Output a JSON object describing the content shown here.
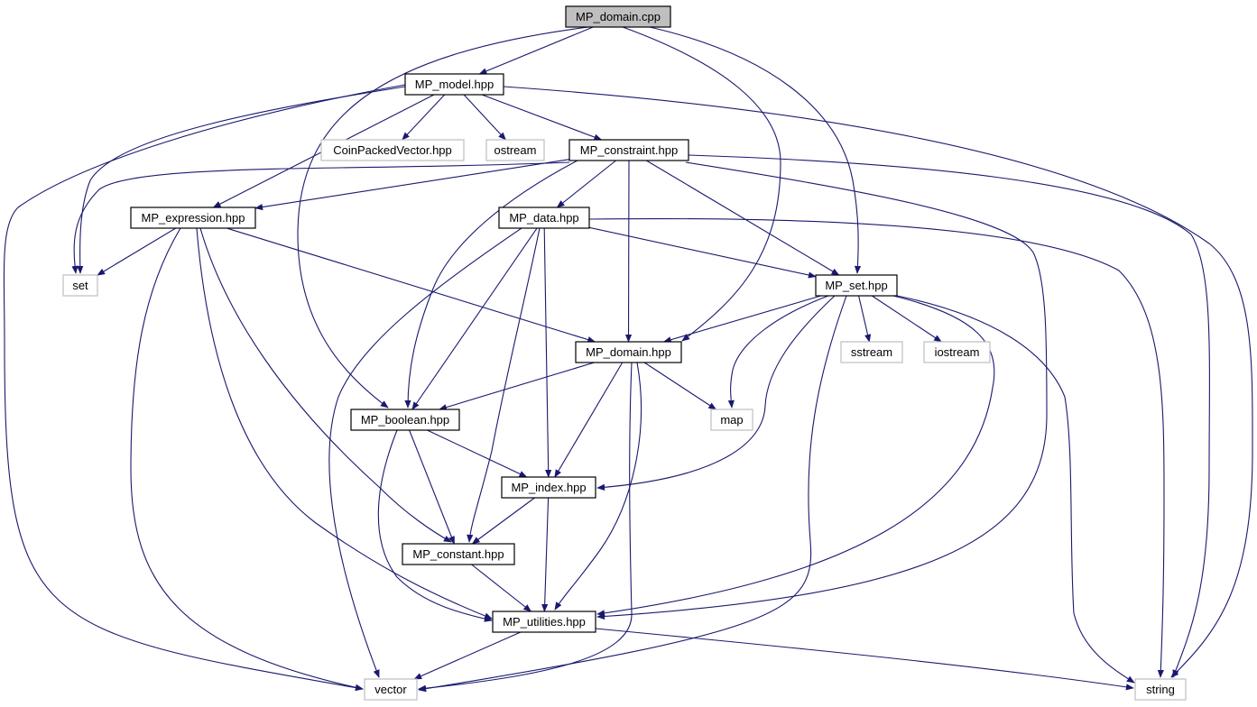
{
  "diagram": {
    "colors": {
      "edge": "#191970",
      "root_fill": "#bfbfbf",
      "project_border": "#000000",
      "external_border": "#bfbfbf",
      "background": "#ffffff"
    },
    "nodes": [
      {
        "id": "root",
        "label": "MP_domain.cpp",
        "kind": "root"
      },
      {
        "id": "model",
        "label": "MP_model.hpp",
        "kind": "project"
      },
      {
        "id": "coin",
        "label": "CoinPackedVector.hpp",
        "kind": "external"
      },
      {
        "id": "ostream",
        "label": "ostream",
        "kind": "external"
      },
      {
        "id": "constraint",
        "label": "MP_constraint.hpp",
        "kind": "project"
      },
      {
        "id": "expression",
        "label": "MP_expression.hpp",
        "kind": "project"
      },
      {
        "id": "data",
        "label": "MP_data.hpp",
        "kind": "project"
      },
      {
        "id": "set",
        "label": "set",
        "kind": "external"
      },
      {
        "id": "mpset",
        "label": "MP_set.hpp",
        "kind": "project"
      },
      {
        "id": "domain",
        "label": "MP_domain.hpp",
        "kind": "project"
      },
      {
        "id": "sstream",
        "label": "sstream",
        "kind": "external"
      },
      {
        "id": "iostream",
        "label": "iostream",
        "kind": "external"
      },
      {
        "id": "boolean",
        "label": "MP_boolean.hpp",
        "kind": "project"
      },
      {
        "id": "map",
        "label": "map",
        "kind": "external"
      },
      {
        "id": "index",
        "label": "MP_index.hpp",
        "kind": "project"
      },
      {
        "id": "constant",
        "label": "MP_constant.hpp",
        "kind": "project"
      },
      {
        "id": "utilities",
        "label": "MP_utilities.hpp",
        "kind": "project"
      },
      {
        "id": "vector",
        "label": "vector",
        "kind": "external"
      },
      {
        "id": "string",
        "label": "string",
        "kind": "external"
      }
    ],
    "edges": [
      {
        "from": "root",
        "to": "model"
      },
      {
        "from": "root",
        "to": "boolean"
      },
      {
        "from": "root",
        "to": "domain"
      },
      {
        "from": "root",
        "to": "mpset"
      },
      {
        "from": "model",
        "to": "coin"
      },
      {
        "from": "model",
        "to": "ostream"
      },
      {
        "from": "model",
        "to": "constraint"
      },
      {
        "from": "model",
        "to": "expression"
      },
      {
        "from": "model",
        "to": "set"
      },
      {
        "from": "model",
        "to": "vector"
      },
      {
        "from": "model",
        "to": "string"
      },
      {
        "from": "constraint",
        "to": "expression"
      },
      {
        "from": "constraint",
        "to": "data"
      },
      {
        "from": "constraint",
        "to": "set"
      },
      {
        "from": "constraint",
        "to": "boolean"
      },
      {
        "from": "constraint",
        "to": "domain"
      },
      {
        "from": "constraint",
        "to": "mpset"
      },
      {
        "from": "constraint",
        "to": "utilities"
      },
      {
        "from": "constraint",
        "to": "string"
      },
      {
        "from": "expression",
        "to": "set"
      },
      {
        "from": "expression",
        "to": "domain"
      },
      {
        "from": "expression",
        "to": "constant"
      },
      {
        "from": "expression",
        "to": "utilities"
      },
      {
        "from": "expression",
        "to": "vector"
      },
      {
        "from": "data",
        "to": "mpset"
      },
      {
        "from": "data",
        "to": "boolean"
      },
      {
        "from": "data",
        "to": "index"
      },
      {
        "from": "data",
        "to": "constant"
      },
      {
        "from": "data",
        "to": "vector"
      },
      {
        "from": "data",
        "to": "string"
      },
      {
        "from": "mpset",
        "to": "domain"
      },
      {
        "from": "mpset",
        "to": "sstream"
      },
      {
        "from": "mpset",
        "to": "iostream"
      },
      {
        "from": "mpset",
        "to": "map"
      },
      {
        "from": "mpset",
        "to": "index"
      },
      {
        "from": "mpset",
        "to": "utilities"
      },
      {
        "from": "mpset",
        "to": "vector"
      },
      {
        "from": "mpset",
        "to": "string"
      },
      {
        "from": "domain",
        "to": "boolean"
      },
      {
        "from": "domain",
        "to": "map"
      },
      {
        "from": "domain",
        "to": "index"
      },
      {
        "from": "domain",
        "to": "utilities"
      },
      {
        "from": "domain",
        "to": "vector"
      },
      {
        "from": "boolean",
        "to": "index"
      },
      {
        "from": "boolean",
        "to": "constant"
      },
      {
        "from": "boolean",
        "to": "utilities"
      },
      {
        "from": "index",
        "to": "constant"
      },
      {
        "from": "index",
        "to": "utilities"
      },
      {
        "from": "constant",
        "to": "utilities"
      },
      {
        "from": "utilities",
        "to": "vector"
      },
      {
        "from": "utilities",
        "to": "string"
      }
    ]
  }
}
